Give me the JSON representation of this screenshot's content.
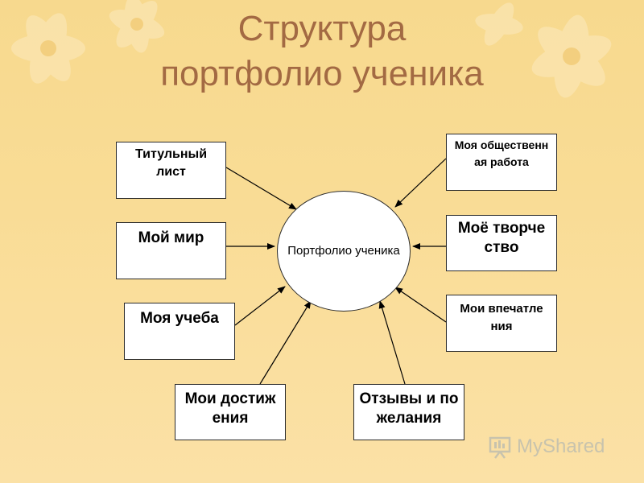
{
  "title": {
    "line1": "Структура",
    "line2": "портфолио ученика"
  },
  "center": "Портфолио ученика",
  "boxes": {
    "title_page": "Титульный лист",
    "my_world": "Мой мир",
    "my_study": "Моя учеба",
    "achievements": "Мои достижения",
    "reviews": "Отзывы и пожелания",
    "impressions": "Мои впечатления",
    "creativity": "Моё творчество",
    "social_work": "Моя общественная работа"
  },
  "watermark": "MyShared",
  "colors": {
    "title": "#a36a43",
    "background": "#f9dc95",
    "box_fill": "#ffffff",
    "border": "#2b2b2b"
  }
}
